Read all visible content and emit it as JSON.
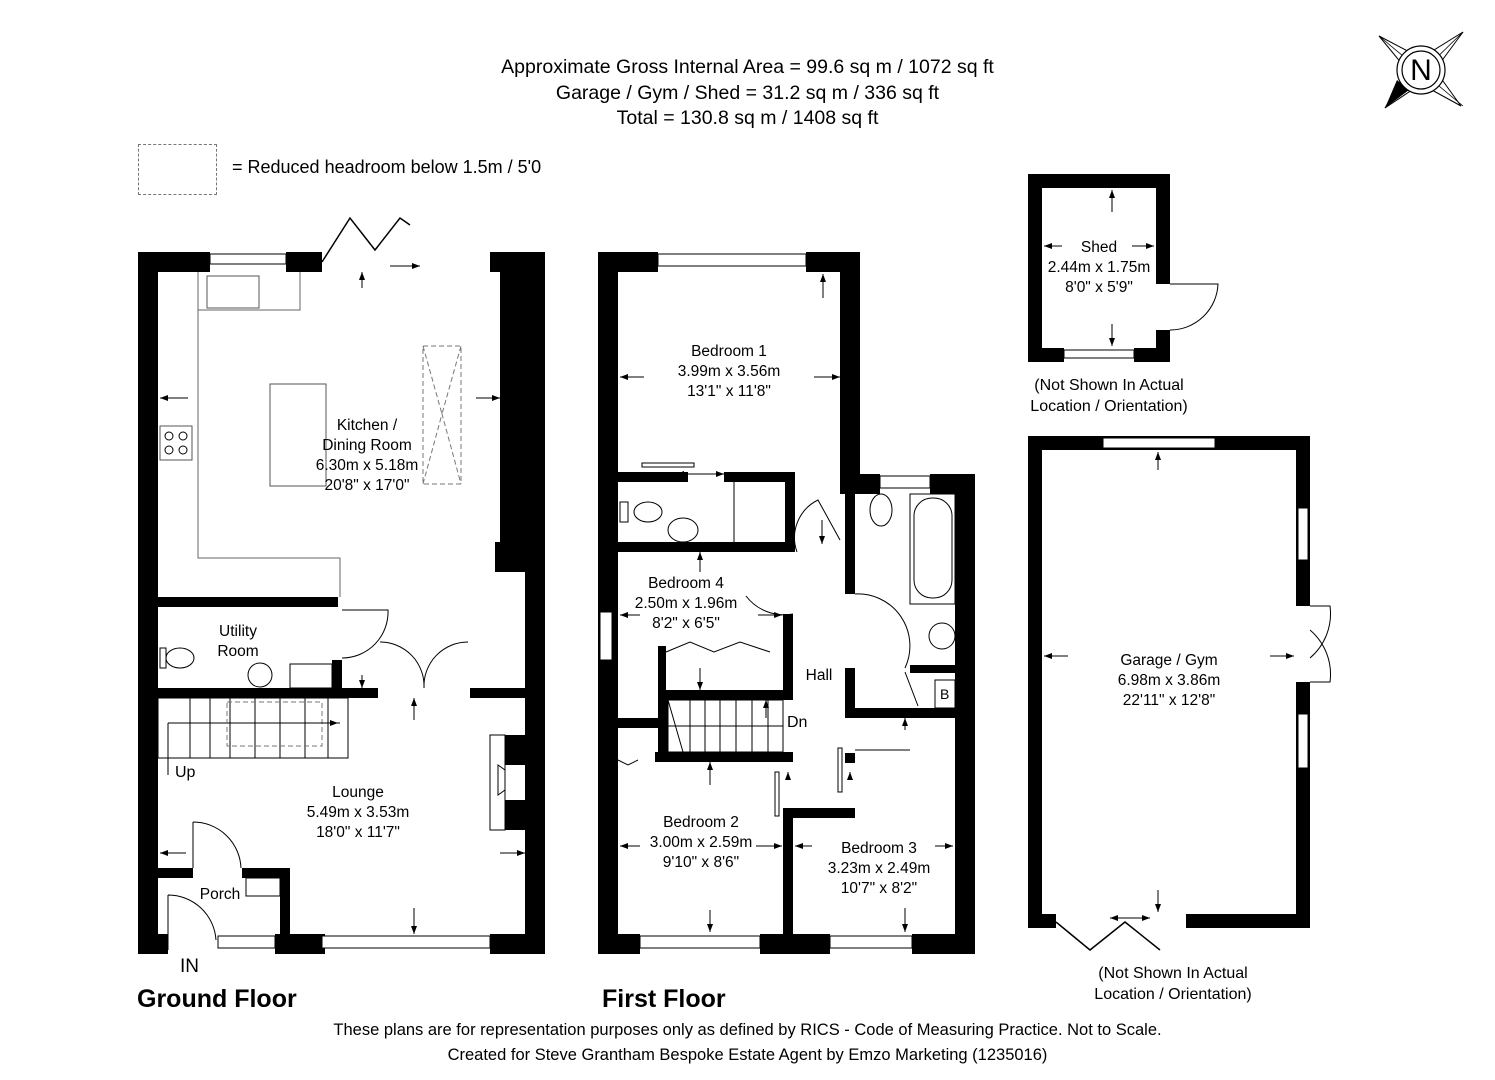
{
  "header": {
    "gross_internal_area": "Approximate Gross Internal Area = 99.6 sq m / 1072 sq ft",
    "outbuildings_area": "Garage / Gym / Shed = 31.2 sq m / 336 sq ft",
    "total_area": "Total = 130.8 sq m / 1408 sq ft"
  },
  "legend": {
    "reduced_headroom": "= Reduced headroom below 1.5m / 5'0"
  },
  "compass": {
    "label": "N",
    "icon": "north-compass-icon"
  },
  "ground_floor": {
    "title": "Ground Floor",
    "rooms": [
      {
        "name": "Kitchen /",
        "name2": "Dining Room",
        "metric": "6.30m x 5.18m",
        "imperial": "20'8\" x 17'0\""
      },
      {
        "name": "Utility",
        "name2": "Room"
      },
      {
        "name": "Lounge",
        "metric": "5.49m x 3.53m",
        "imperial": "18'0\" x 11'7\""
      },
      {
        "name": "Porch"
      }
    ],
    "stairs_label": "Up",
    "entrance_label": "IN"
  },
  "first_floor": {
    "title": "First Floor",
    "rooms": [
      {
        "name": "Bedroom 1",
        "metric": "3.99m x 3.56m",
        "imperial": "13'1\" x 11'8\""
      },
      {
        "name": "Bedroom 4",
        "metric": "2.50m x 1.96m",
        "imperial": "8'2\" x 6'5\""
      },
      {
        "name": "Hall"
      },
      {
        "name": "Bedroom 2",
        "metric": "3.00m x 2.59m",
        "imperial": "9'10\" x 8'6\""
      },
      {
        "name": "Bedroom 3",
        "metric": "3.23m x 2.49m",
        "imperial": "10'7\" x 8'2\""
      }
    ],
    "stairs_label": "Dn",
    "boiler_label": "B"
  },
  "outbuildings": {
    "shed": {
      "name": "Shed",
      "metric": "2.44m x 1.75m",
      "imperial": "8'0\" x 5'9\"",
      "note1": "(Not Shown In Actual",
      "note2": "Location / Orientation)"
    },
    "garage": {
      "name": "Garage / Gym",
      "metric": "6.98m x 3.86m",
      "imperial": "22'11\" x 12'8\"",
      "note1": "(Not Shown In Actual",
      "note2": "Location / Orientation)"
    }
  },
  "footer": {
    "disclaimer": "These plans are for representation purposes only as defined by RICS - Code of Measuring Practice. Not to Scale.",
    "credit": "Created for Steve Grantham Bespoke Estate Agent by Emzo Marketing (1235016)"
  }
}
